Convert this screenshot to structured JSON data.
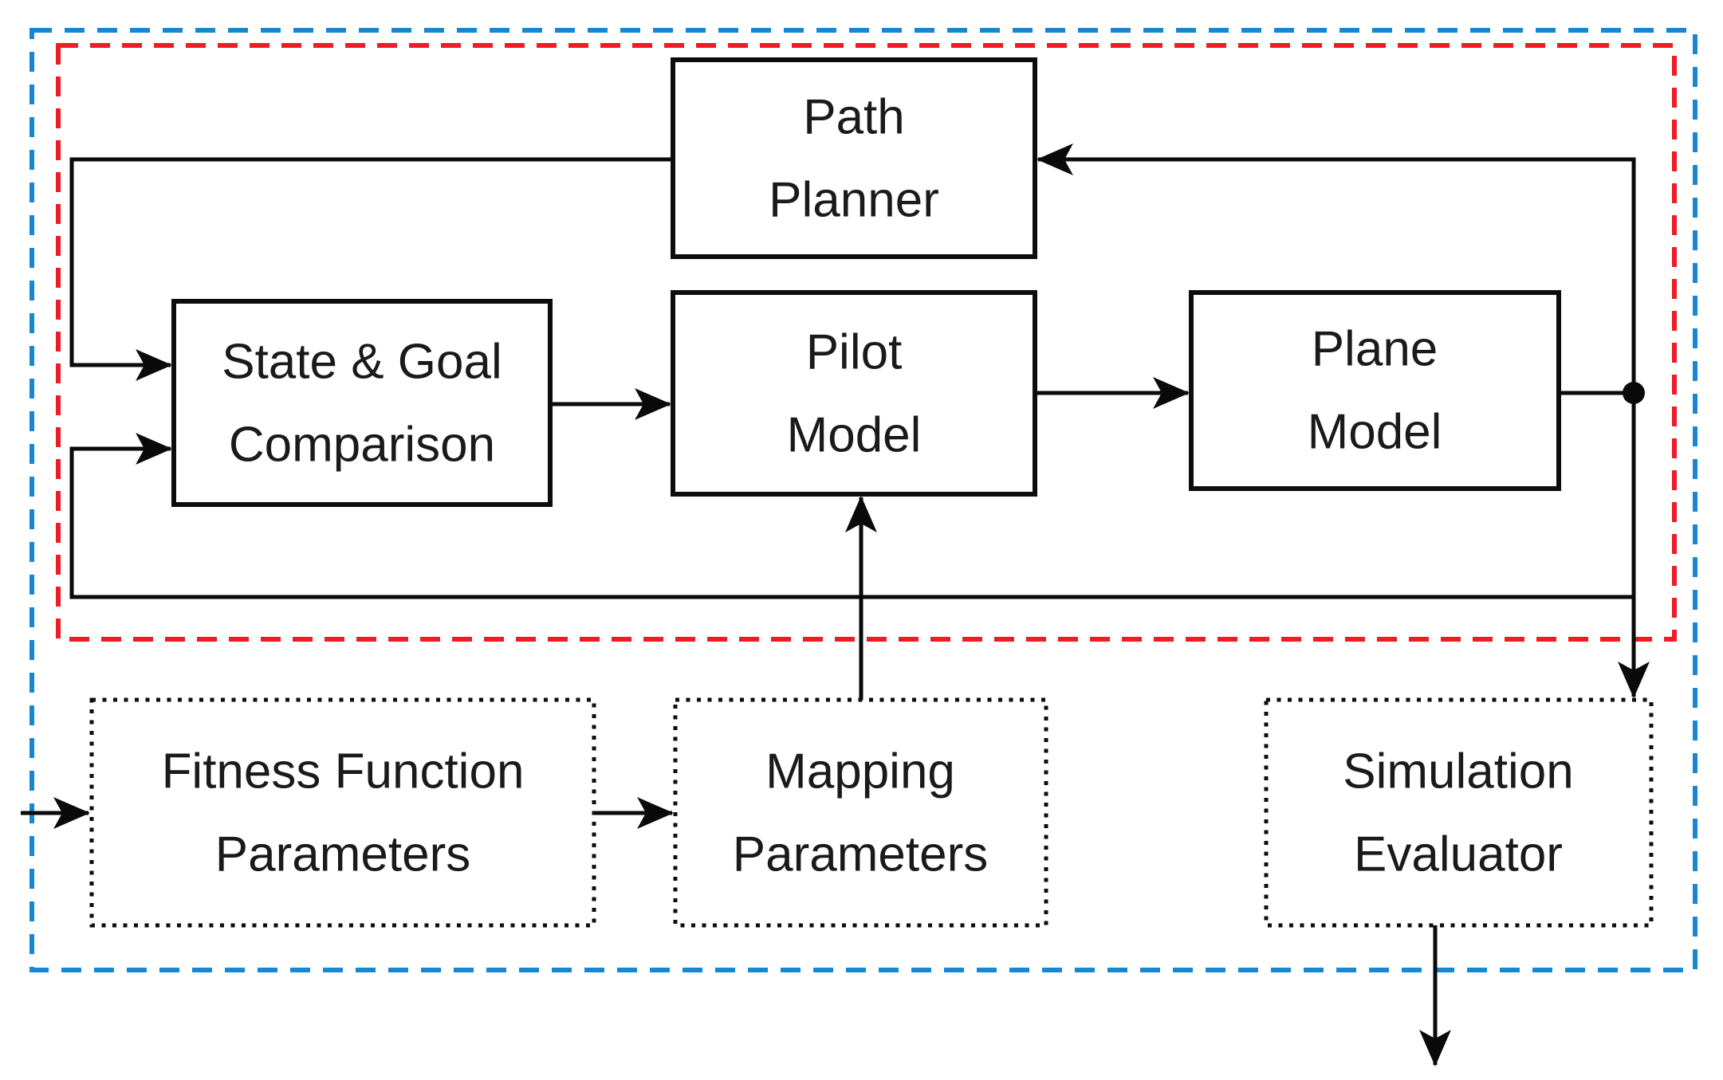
{
  "diagram": {
    "background": "#ffffff",
    "colors": {
      "outer_border": "#1787d1",
      "inner_border": "#ee1c25",
      "line": "#0a0a0a",
      "text": "#1a1a1a"
    },
    "nodes": {
      "path_planner": {
        "line1": "Path",
        "line2": "Planner"
      },
      "state_goal": {
        "line1": "State & Goal",
        "line2": "Comparison"
      },
      "pilot_model": {
        "line1": "Pilot",
        "line2": "Model"
      },
      "plane_model": {
        "line1": "Plane",
        "line2": "Model"
      },
      "fitness_params": {
        "line1": "Fitness Function",
        "line2": "Parameters"
      },
      "mapping_params": {
        "line1": "Mapping",
        "line2": "Parameters"
      },
      "simulation_evaluator": {
        "line1": "Simulation",
        "line2": "Evaluator"
      }
    }
  }
}
